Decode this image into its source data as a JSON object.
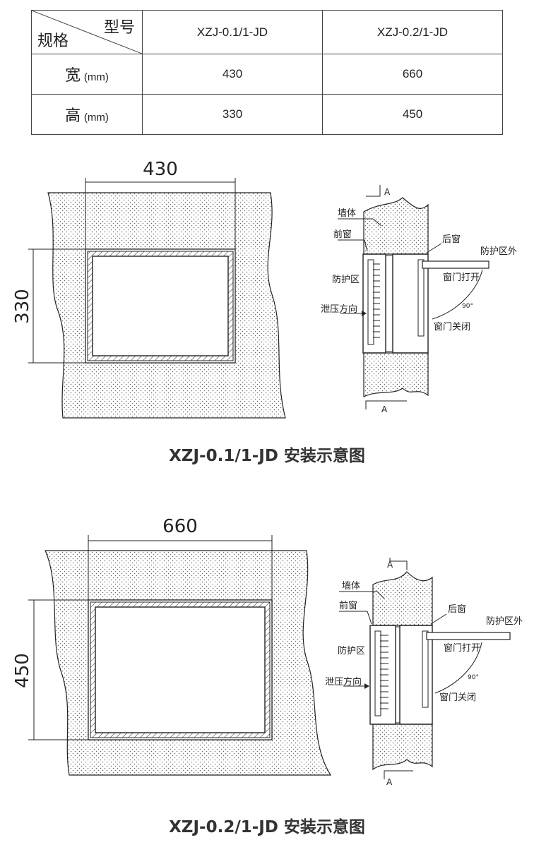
{
  "table": {
    "header_model": "型号",
    "header_spec": "规格",
    "models": [
      "XZJ-0.1/1-JD",
      "XZJ-0.2/1-JD"
    ],
    "rows": [
      {
        "label": "宽",
        "unit": "(mm)",
        "values": [
          "430",
          "660"
        ]
      },
      {
        "label": "高",
        "unit": "(mm)",
        "values": [
          "330",
          "450"
        ]
      }
    ]
  },
  "diagrams": [
    {
      "width_label": "430",
      "height_label": "330",
      "caption": "XZJ-0.1/1-JD 安装示意图"
    },
    {
      "width_label": "660",
      "height_label": "450",
      "caption": "XZJ-0.2/1-JD 安装示意图"
    }
  ],
  "section": {
    "section_mark": "A",
    "wall": "墙体",
    "front_window": "前窗",
    "rear_window": "后窗",
    "outside": "防护区外",
    "protected_zone": "防护区",
    "door_open": "窗门打开",
    "relief_direction": "泄压方向",
    "angle": "90°",
    "door_closed": "窗门关闭"
  },
  "colors": {
    "line": "#222222",
    "wall_dots": "#666666",
    "text": "#222222"
  }
}
